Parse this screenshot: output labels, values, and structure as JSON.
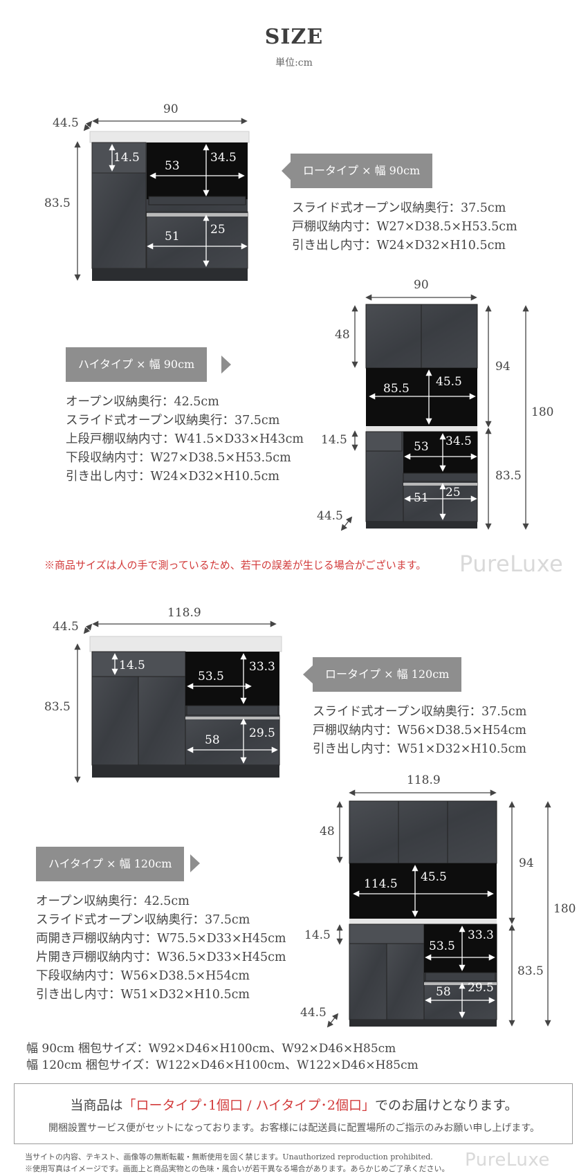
{
  "header": {
    "title": "SIZE",
    "unit": "単位:cm"
  },
  "low90": {
    "label": "ロータイプ × 幅 90cm",
    "dims": {
      "width": "90",
      "depth": "44.5",
      "height": "83.5",
      "drawer_h": "14.5",
      "open_w": "53",
      "open_h": "34.5",
      "door_w": "51",
      "door_h": "25"
    },
    "specs": [
      "スライド式オープン収納奥行：37.5cm",
      "戸棚収納内寸：W27×D38.5×H53.5cm",
      "引き出し内寸：W24×D32×H10.5cm"
    ]
  },
  "high90": {
    "label": "ハイタイプ × 幅 90cm",
    "dims": {
      "width": "90",
      "upper_h": "48",
      "mid_h": "94",
      "total_h": "180",
      "open_w": "85.5",
      "open_h": "45.5",
      "drawer_h": "14.5",
      "slide_w": "53",
      "slide_h": "34.5",
      "low_h": "83.5",
      "door_w": "51",
      "door_h": "25",
      "depth": "44.5"
    },
    "specs": [
      "オープン収納奥行：42.5cm",
      "スライド式オープン収納奥行：37.5cm",
      "上段戸棚収納内寸：W41.5×D33×H43cm",
      "下段収納内寸：W27×D38.5×H53.5cm",
      "引き出し内寸：W24×D32×H10.5cm"
    ]
  },
  "note": "※商品サイズは人の手で測っているため、若干の誤差が生じる場合がございます。",
  "watermark": "PureLuxe",
  "low120": {
    "label": "ロータイプ × 幅 120cm",
    "dims": {
      "width": "118.9",
      "depth": "44.5",
      "height": "83.5",
      "drawer_h": "14.5",
      "open_w": "53.5",
      "open_h": "33.3",
      "door_w": "58",
      "door_h": "29.5"
    },
    "specs": [
      "スライド式オープン収納奥行：37.5cm",
      "戸棚収納内寸：W56×D38.5×H54cm",
      "引き出し内寸：W51×D32×H10.5cm"
    ]
  },
  "high120": {
    "label": "ハイタイプ × 幅 120cm",
    "dims": {
      "width": "118.9",
      "upper_h": "48",
      "mid_h": "94",
      "total_h": "180",
      "open_w": "114.5",
      "open_h": "45.5",
      "drawer_h": "14.5",
      "slide_w": "53.5",
      "slide_h": "33.3",
      "low_h": "83.5",
      "door_w": "58",
      "door_h": "29.5",
      "depth": "44.5"
    },
    "specs": [
      "オープン収納奥行：42.5cm",
      "スライド式オープン収納奥行：37.5cm",
      "両開き戸棚収納内寸：W75.5×D33×H45cm",
      "片開き戸棚収納内寸：W36.5×D33×H45cm",
      "下段収納内寸：W56×D38.5×H54cm",
      "引き出し内寸：W51×D32×H10.5cm"
    ]
  },
  "packing": [
    "幅 90cm 梱包サイズ：W92×D46×H100cm、W92×D46×H85cm",
    "幅 120cm 梱包サイズ：W122×D46×H100cm、W122×D46×H85cm"
  ],
  "delivery": {
    "pre": "当商品は",
    "highlight": "「ロータイプ･1個口 / ハイタイプ･2個口」",
    "post": "でのお届けとなります。",
    "sub": "開梱設置サービス便がセットになっております。お客様には配送員に配置場所のご指示のみお願い申し上げます。"
  },
  "footer": [
    "当サイトの内容、テキスト、画像等の無断転載・無断使用を固く禁じます。Unauthorized reproduction prohibited.",
    "※使用写真はイメージです。画面上と商品実物との色味・風合いが若干異なる場合があります。あらかじめご了承ください。"
  ]
}
